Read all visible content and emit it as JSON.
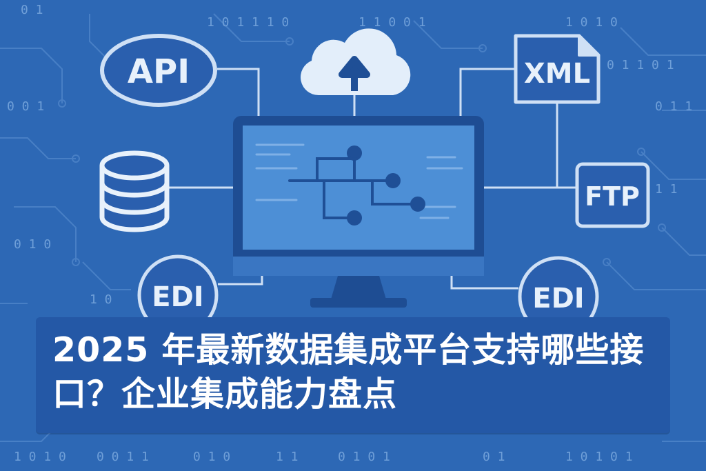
{
  "labels": {
    "api": "API",
    "xml": "XML",
    "ftp": "FTP",
    "edi_left": "EDI",
    "edi_right": "EDI"
  },
  "headline": {
    "text": "2025 年最新数据集成平台支持哪些接口？企业集成能力盘点"
  },
  "background_binary": [
    "1 0  1 1 1 0",
    "1 1  0 0 1",
    "1 0 1 0",
    "0 1 1 0 1",
    "0 1 1",
    "0 1",
    "0 0 1",
    "0 1 0",
    "1 0",
    "1 1",
    "1 0 1 0",
    "0  0 1 1",
    "0 1 0",
    "1 1",
    "0 1 0 1",
    "0 1",
    "1 0 1 0 1"
  ],
  "colors": {
    "background": "#2d68b5",
    "panel": "#2458a6",
    "line": "#cfe0f5",
    "icon_fill": "#2a5fae",
    "screen": "#4d8fd6",
    "monitor_frame": "#1e4d93",
    "cloud": "#e3eefa",
    "text": "#ffffff"
  },
  "icons": [
    "api-badge",
    "database-icon",
    "cloud-upload-icon",
    "xml-file-icon",
    "ftp-badge",
    "edi-badge",
    "monitor-icon",
    "flow-diagram-icon"
  ]
}
